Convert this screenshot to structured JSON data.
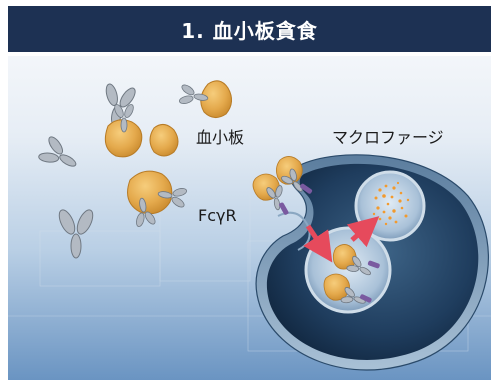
{
  "header": {
    "title": "1. 血小板貪食"
  },
  "labels": {
    "platelet": "血小板",
    "fc_receptor": "FcγR",
    "macrophage": "マクロファージ"
  },
  "colors": {
    "header_bg": "#1d3153",
    "platelet": "#e4a94c",
    "antibody": "#9ea6b0",
    "receptor": "#7a5aa0",
    "cell_dark": "#1b3552",
    "arrow": "#e64a5c",
    "granule": "#f29a2e"
  }
}
